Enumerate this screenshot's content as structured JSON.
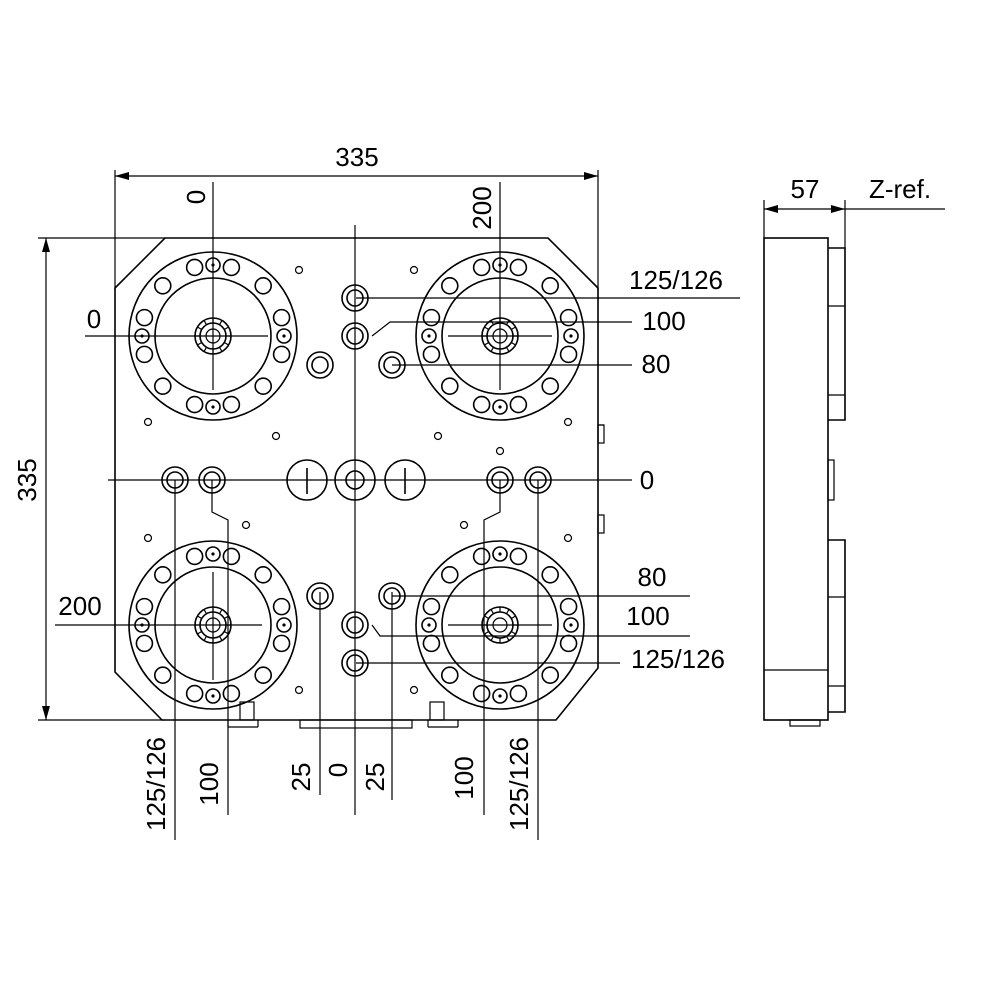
{
  "dimensions": {
    "overall_width": "335",
    "overall_height": "335",
    "side_thickness": "57",
    "z_reference": "Z-ref."
  },
  "labels": {
    "top_left_zero": "0",
    "top_right_200": "200",
    "left_zero": "0",
    "left_200": "200",
    "right_125_126_top": "125/126",
    "right_100_top": "100",
    "right_80_top": "80",
    "right_zero": "0",
    "right_80_bottom": "80",
    "right_100_bottom": "100",
    "right_125_126_bottom": "125/126",
    "bottom_125_126_left": "125/126",
    "bottom_100_left": "100",
    "bottom_25_left": "25",
    "bottom_zero": "0",
    "bottom_25_right": "25",
    "bottom_100_right": "100",
    "bottom_125_126_right": "125/126"
  },
  "colors": {
    "line": "#000000",
    "background": "#ffffff"
  }
}
